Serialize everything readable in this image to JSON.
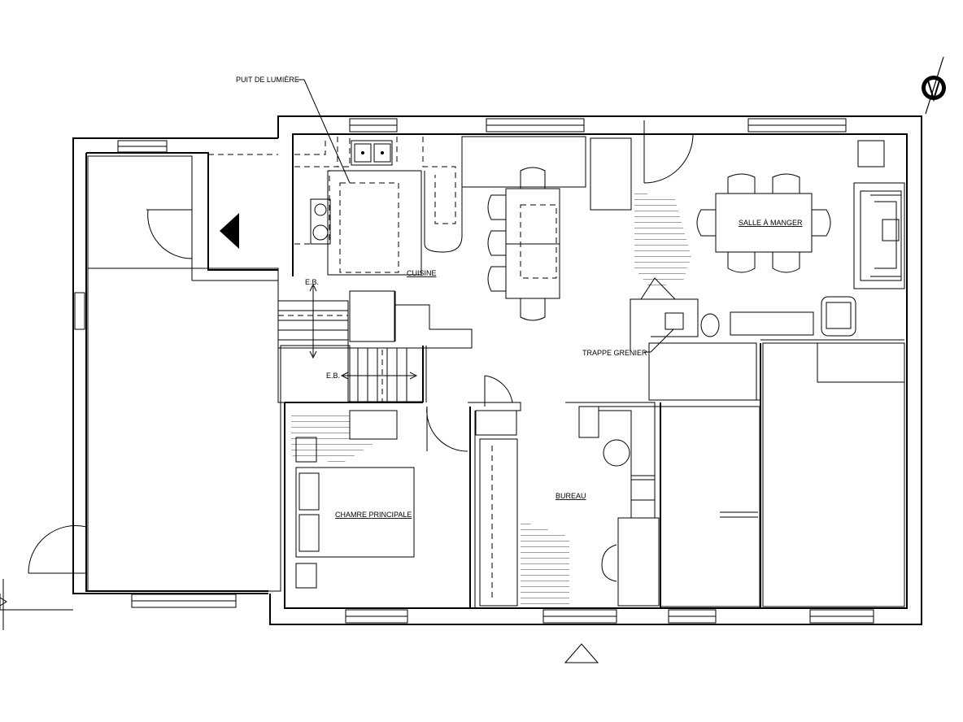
{
  "rooms": {
    "kitchen": "CUISINE",
    "dining": "SALLE À MANGER",
    "master_bedroom": "CHAMRE PRINCIPALE",
    "office": "BUREAU"
  },
  "annotations": {
    "skylight": "PUIT DE LUMIÈRE",
    "attic_hatch": "TRAPPE GRENIER",
    "eb_1": "E.B.",
    "eb_2": "E.B."
  },
  "icons": {
    "north_arrow": "north-arrow-icon",
    "entry_marker": "triangle-up-icon"
  }
}
